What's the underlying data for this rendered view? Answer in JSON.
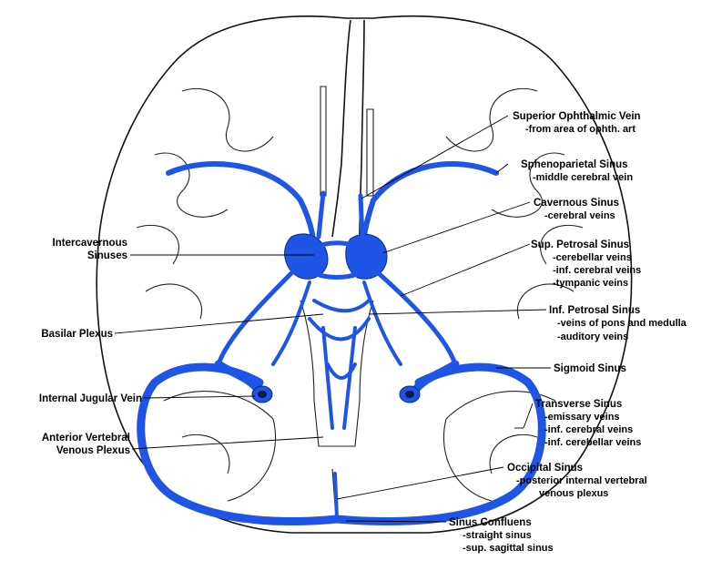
{
  "labels_right": [
    {
      "id": "sup-ophth",
      "title": "Superior Ophthalmic Vein",
      "subs": [
        "-from area of ophth. art"
      ]
    },
    {
      "id": "sphenoparietal",
      "title": "Sphenoparietal Sinus",
      "subs": [
        "-middle cerebral vein"
      ]
    },
    {
      "id": "cavernous",
      "title": "Cavernous Sinus",
      "subs": [
        "-cerebral veins"
      ]
    },
    {
      "id": "sup-petrosal",
      "title": "Sup. Petrosal Sinus",
      "subs": [
        "-cerebellar veins",
        "-inf. cerebral veins",
        "-tympanic veins"
      ]
    },
    {
      "id": "inf-petrosal",
      "title": "Inf. Petrosal Sinus",
      "subs": [
        "-veins of pons and medulla",
        "-auditory veins"
      ]
    },
    {
      "id": "sigmoid",
      "title": "Sigmoid Sinus",
      "subs": []
    },
    {
      "id": "transverse",
      "title": "Transverse Sinus",
      "subs": [
        "-emissary veins",
        "-inf. cerebral veins",
        "-inf. cerebellar veins"
      ]
    },
    {
      "id": "occipital",
      "title": "Occipital Sinus",
      "subs": [
        "-posterior internal vertebral",
        "venous plexus"
      ]
    },
    {
      "id": "confluens",
      "title": "Sinus Confluens",
      "subs": [
        "-straight sinus",
        "-sup. sagittal sinus"
      ]
    }
  ],
  "labels_left": [
    {
      "id": "intercavernous",
      "lines": [
        "Intercavernous",
        "Sinuses"
      ]
    },
    {
      "id": "basilar",
      "lines": [
        "Basilar Plexus"
      ]
    },
    {
      "id": "jugular",
      "lines": [
        "Internal Jugular Vein"
      ]
    },
    {
      "id": "vertebral",
      "lines": [
        "Anterior Vertebral",
        "Venous Plexus"
      ]
    }
  ],
  "colors": {
    "vein": "#1f55e6",
    "outline": "#111111",
    "background": "#ffffff"
  }
}
